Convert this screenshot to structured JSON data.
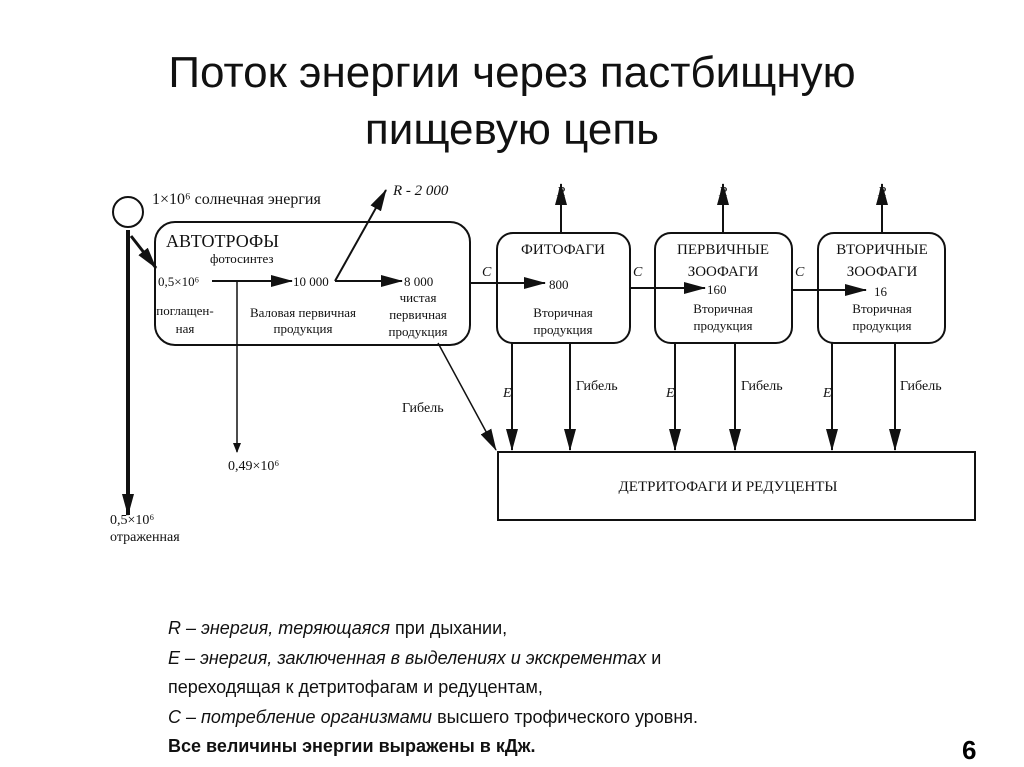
{
  "title": {
    "line1": "Поток энергии через пастбищную",
    "line2": "пищевую цепь"
  },
  "diagram": {
    "sun_label": "1×10⁶ солнечная энергия",
    "reflected_value": "0,5×10⁶",
    "reflected_label": "отраженная",
    "autotrophs": {
      "title": "АВТОТРОФЫ",
      "process": "фотосинтез",
      "absorbed_value": "0,5×10⁶",
      "absorbed_label": [
        "поглащен-",
        "ная"
      ],
      "gross_value": "10 000",
      "gross_label": [
        "Валовая первичная",
        "продукция"
      ],
      "net_value": "8 000",
      "net_label": [
        "чистая",
        "первичная",
        "продукция"
      ],
      "respiration": "R - 2 000",
      "loss_value": "0,49×10⁶",
      "death_label": "Гибель"
    },
    "consumers": [
      {
        "title": [
          "ФИТОФАГИ"
        ],
        "value": "800",
        "label": [
          "Вторичная",
          "продукция"
        ]
      },
      {
        "title": [
          "ПЕРВИЧНЫЕ",
          "ЗООФАГИ"
        ],
        "value": "160",
        "label": [
          "Вторичная",
          "продукция"
        ]
      },
      {
        "title": [
          "ВТОРИЧНЫЕ",
          "ЗООФАГИ"
        ],
        "value": "16",
        "label": [
          "Вторичная",
          "продукция"
        ]
      }
    ],
    "r_label": "R",
    "c_label": "C",
    "e_label": "E",
    "death_label": "Гибель",
    "detritus": "ДЕТРИТОФАГИ И РЕДУЦЕНТЫ"
  },
  "legend": {
    "r": {
      "sym": "R – ",
      "italic": "энергия, теряющаяся",
      "rest": " при дыхании,"
    },
    "e1": {
      "sym": "E – ",
      "italic": "энергия, заключенная в выделениях и экскрементах",
      "rest": " и"
    },
    "e2": "переходящая к детритофагам и редуцентам,",
    "c": {
      "sym": "C – ",
      "italic": "потребление организмами",
      "rest": " высшего трофического уровня."
    },
    "note": "Все величины энергии выражены в кДж."
  },
  "page_number": "6"
}
